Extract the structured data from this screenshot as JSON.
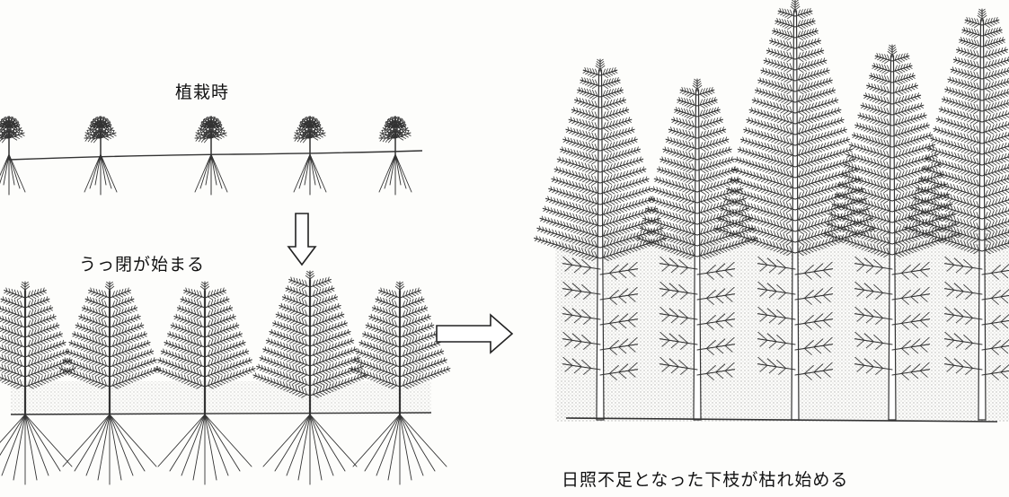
{
  "labels": {
    "planting": "植栽時",
    "canopy_closure": "うっ閉が始まる",
    "branch_dieback": "日照不足となった下枝が枯れ始める"
  },
  "icons": {
    "down_arrow": "hollow-down-arrow-icon",
    "right_arrow": "hollow-right-arrow-icon"
  },
  "colors": {
    "ink": "#333333",
    "shade": "#cfcfcf",
    "background": "#fdfdfb"
  }
}
